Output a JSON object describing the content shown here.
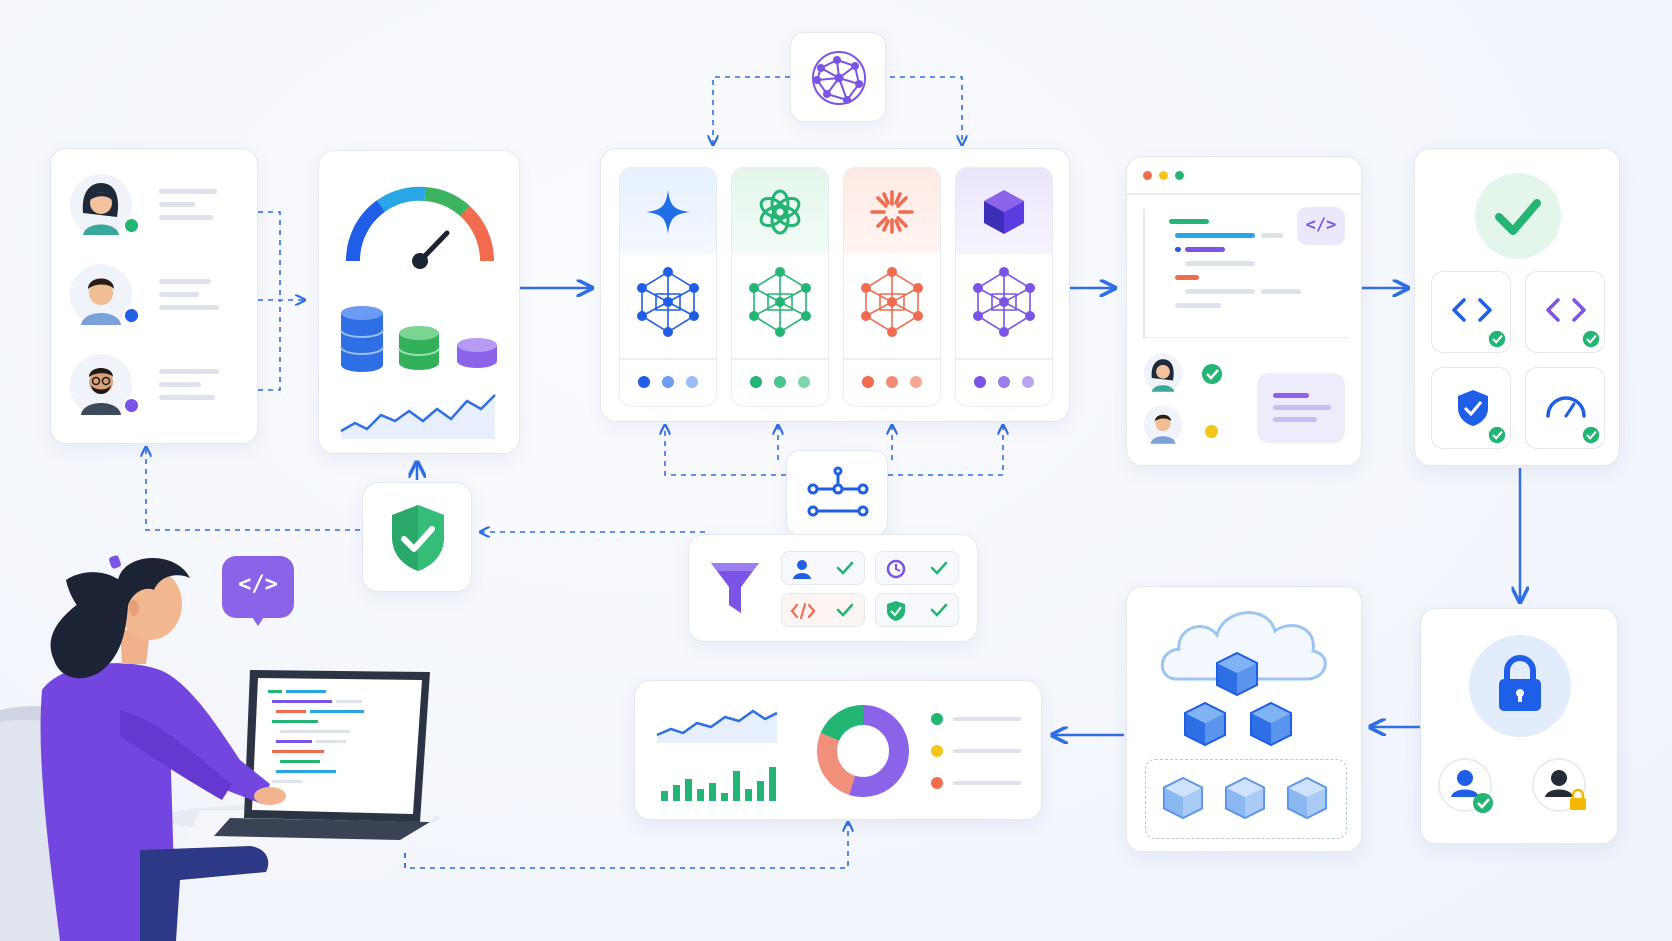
{
  "diagram": {
    "colors": {
      "primary": "#1f5ee6",
      "green": "#22b573",
      "orange": "#f26b4f",
      "purple": "#7a54e6",
      "yellow": "#f5c518",
      "border": "#e3e8f1",
      "connector": "#2f6fe6"
    },
    "users_panel": {
      "items": [
        {
          "avatar": "woman-avatar",
          "status_color": "#22b573"
        },
        {
          "avatar": "man-avatar",
          "status_color": "#1f5ee6"
        },
        {
          "avatar": "bearded-man-avatar",
          "status_color": "#7a54e6"
        }
      ]
    },
    "resources_panel": {
      "icons": [
        "gauge-icon",
        "database-icon",
        "line-chart-icon"
      ]
    },
    "models_panel": {
      "top_icon": "neural-network-icon",
      "columns": [
        {
          "icon": "sparkle-icon",
          "color": "#1f5ee6"
        },
        {
          "icon": "openai-knot-icon",
          "color": "#22b573"
        },
        {
          "icon": "starburst-icon",
          "color": "#f26b4f"
        },
        {
          "icon": "cube-icon",
          "color": "#5b3ce0"
        }
      ]
    },
    "code_review_panel": {
      "icons": [
        "code-editor-icon",
        "code-badge-icon",
        "check-icon"
      ],
      "code_badge": "</>"
    },
    "validation_panel": {
      "icons": [
        "big-check-icon",
        "code-check-icon",
        "code-check-icon",
        "shield-check-icon",
        "speedometer-check-icon"
      ]
    },
    "security_panel": {
      "icons": [
        "lock-icon",
        "user-check-icon",
        "user-lock-icon"
      ]
    },
    "cloud_panel": {
      "icons": [
        "cloud-icon",
        "cube-icon",
        "cube-icon",
        "cube-icon",
        "cube-icon",
        "cube-icon",
        "cube-icon"
      ]
    },
    "analytics_panel": {
      "icons": [
        "line-chart-icon",
        "bar-chart-icon",
        "donut-chart-icon"
      ],
      "legend_colors": [
        "#22b573",
        "#f5c518",
        "#f26b4f"
      ]
    },
    "router_node": {
      "icon": "router-icon"
    },
    "shield_node": {
      "icon": "shield-check-icon"
    },
    "filter_panel": {
      "icons": [
        "funnel-icon",
        "user-icon",
        "clock-icon",
        "code-icon",
        "shield-icon"
      ]
    },
    "developer": {
      "icons": [
        "developer-illustration",
        "laptop-icon",
        "code-bubble-icon"
      ],
      "code_bubble": "</>"
    }
  }
}
